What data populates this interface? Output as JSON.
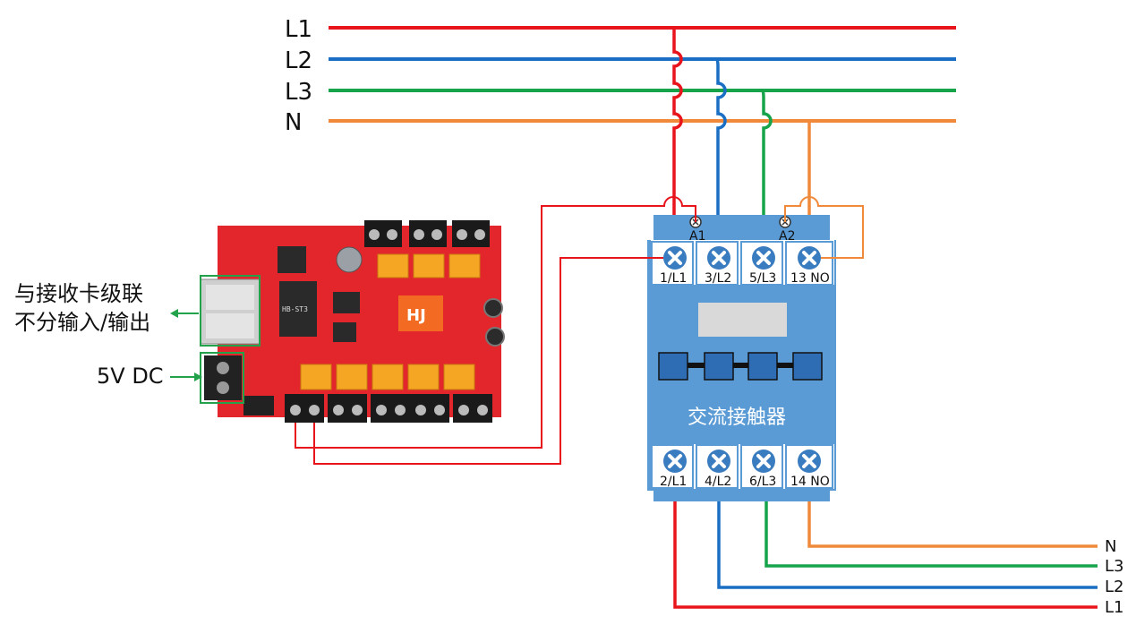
{
  "bus": {
    "labels": [
      "L1",
      "L2",
      "L3",
      "N"
    ],
    "colors": {
      "L1": "#e8141c",
      "L2": "#1a6fc4",
      "L3": "#16a34a",
      "N": "#f08a3a"
    }
  },
  "outputs": {
    "labels": [
      "N",
      "L3",
      "L2",
      "L1"
    ]
  },
  "annotations": {
    "cascade_line1": "与接收卡级联",
    "cascade_line2": "不分输入/输出",
    "power": "5V DC",
    "arrow_color": "#22a24a"
  },
  "contactor": {
    "title": "交流接触器",
    "coil_a1": "A1",
    "coil_a2": "A2",
    "top_terminals": [
      "1/L1",
      "3/L2",
      "5/L3",
      "13 NO"
    ],
    "bottom_terminals": [
      "2/L1",
      "4/L2",
      "6/L3",
      "14 NO"
    ],
    "body_color": "#5b9bd5",
    "terminal_color": "#3a7cc0"
  },
  "board": {
    "logo_text": "HJ",
    "chip_text": "HB-ST3",
    "pcb_color": "#e3262b"
  }
}
